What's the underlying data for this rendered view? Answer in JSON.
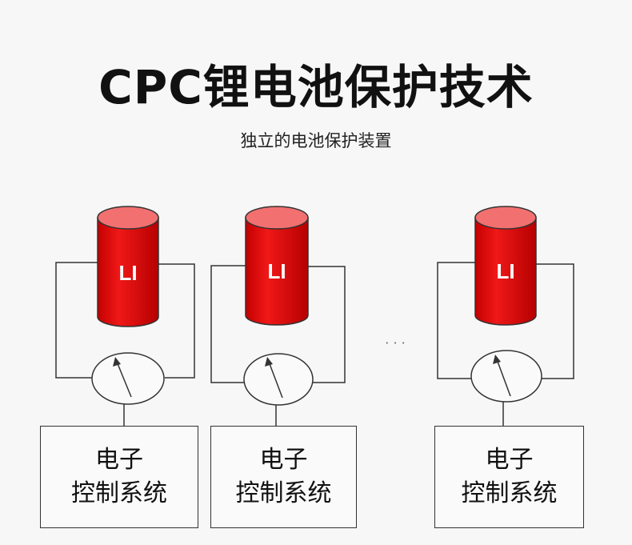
{
  "header": {
    "title": "CPC锂电池保护技术",
    "subtitle": "独立的电池保护装置"
  },
  "units": [
    {
      "battery_label": "LI",
      "system_line1": "电子",
      "system_line2": "控制系统"
    },
    {
      "battery_label": "LI",
      "system_line1": "电子",
      "system_line2": "控制系统"
    },
    {
      "battery_label": "LI",
      "system_line1": "电子",
      "system_line2": "控制系统"
    }
  ],
  "ellipsis": "· · ·",
  "colors": {
    "battery_red": "#e01010",
    "battery_top": "#f27070",
    "line": "#333333"
  }
}
